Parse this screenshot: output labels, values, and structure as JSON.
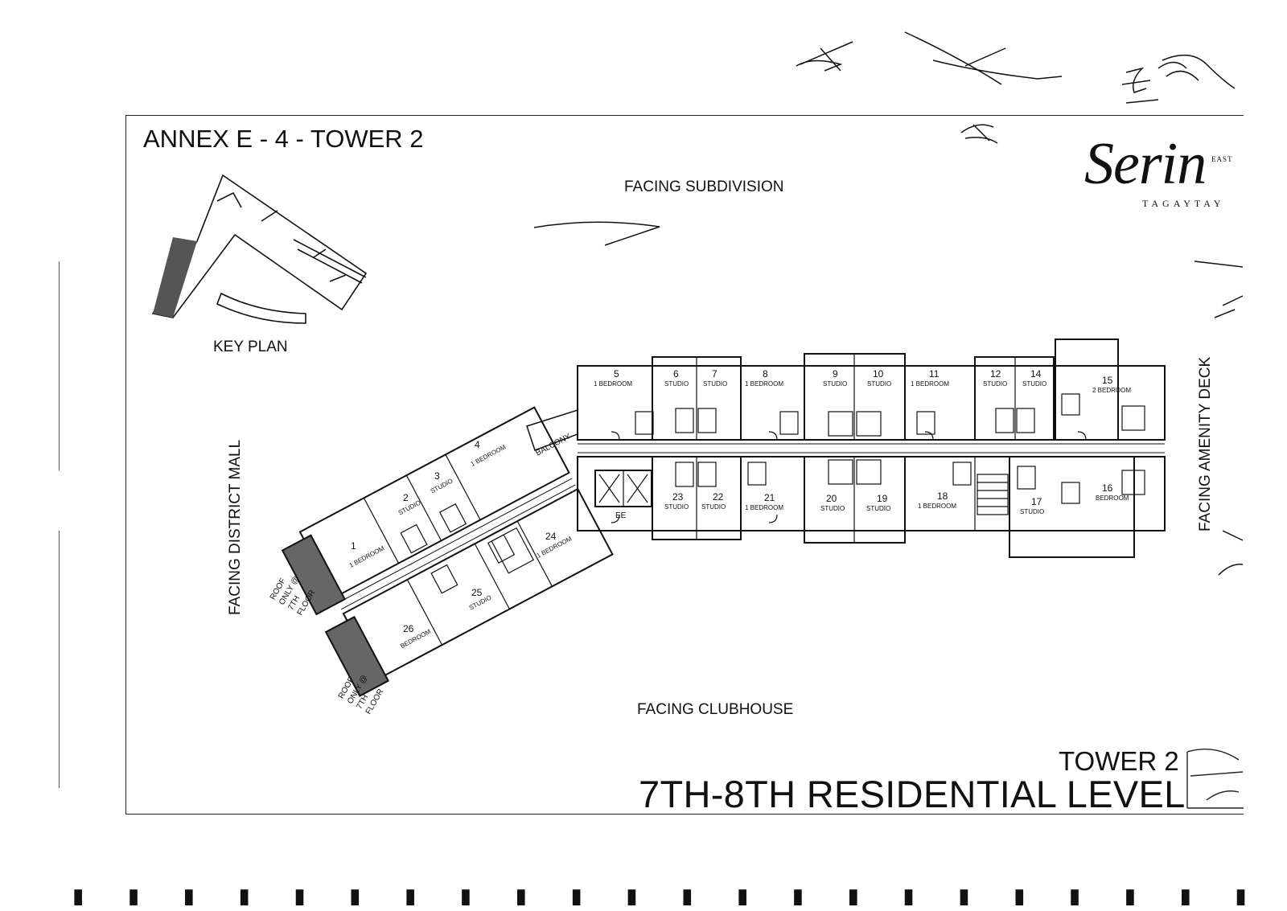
{
  "header": {
    "annex_title": "ANNEX E - 4 - TOWER 2"
  },
  "logo": {
    "east": "EAST",
    "name": "Serin",
    "location": "TAGAYTAY"
  },
  "labels": {
    "facing_top": "FACING SUBDIVISION",
    "facing_bottom": "FACING CLUBHOUSE",
    "facing_left": "FACING DISTRICT MALL",
    "facing_right": "FACING AMENITY DECK",
    "key_plan": "KEY PLAN",
    "balcony": "BALCONY",
    "ee": "EE",
    "roof_note": "ROOF ONLY @ 7TH FLOOR"
  },
  "footer": {
    "tower": "TOWER 2",
    "level": "7TH-8TH RESIDENTIAL LEVEL"
  },
  "units": [
    {
      "num": "1",
      "type": "1 BEDROOM"
    },
    {
      "num": "2",
      "type": "STUDIO"
    },
    {
      "num": "3",
      "type": "STUDIO"
    },
    {
      "num": "4",
      "type": "1 BEDROOM"
    },
    {
      "num": "5",
      "type": "1 BEDROOM"
    },
    {
      "num": "6",
      "type": "STUDIO"
    },
    {
      "num": "7",
      "type": "STUDIO"
    },
    {
      "num": "8",
      "type": "1 BEDROOM"
    },
    {
      "num": "9",
      "type": "STUDIO"
    },
    {
      "num": "10",
      "type": "STUDIO"
    },
    {
      "num": "11",
      "type": "1 BEDROOM"
    },
    {
      "num": "12",
      "type": "STUDIO"
    },
    {
      "num": "14",
      "type": "STUDIO"
    },
    {
      "num": "15",
      "type": "2 BEDROOM"
    },
    {
      "num": "16",
      "type": "BEDROOM"
    },
    {
      "num": "17",
      "type": "STUDIO"
    },
    {
      "num": "18",
      "type": "1 BEDROOM"
    },
    {
      "num": "19",
      "type": "STUDIO"
    },
    {
      "num": "20",
      "type": "STUDIO"
    },
    {
      "num": "21",
      "type": "1 BEDROOM"
    },
    {
      "num": "22",
      "type": "STUDIO"
    },
    {
      "num": "23",
      "type": "STUDIO"
    },
    {
      "num": "24",
      "type": "1 BEDROOM"
    },
    {
      "num": "25",
      "type": "STUDIO"
    },
    {
      "num": "26",
      "type": "BEDROOM"
    }
  ]
}
